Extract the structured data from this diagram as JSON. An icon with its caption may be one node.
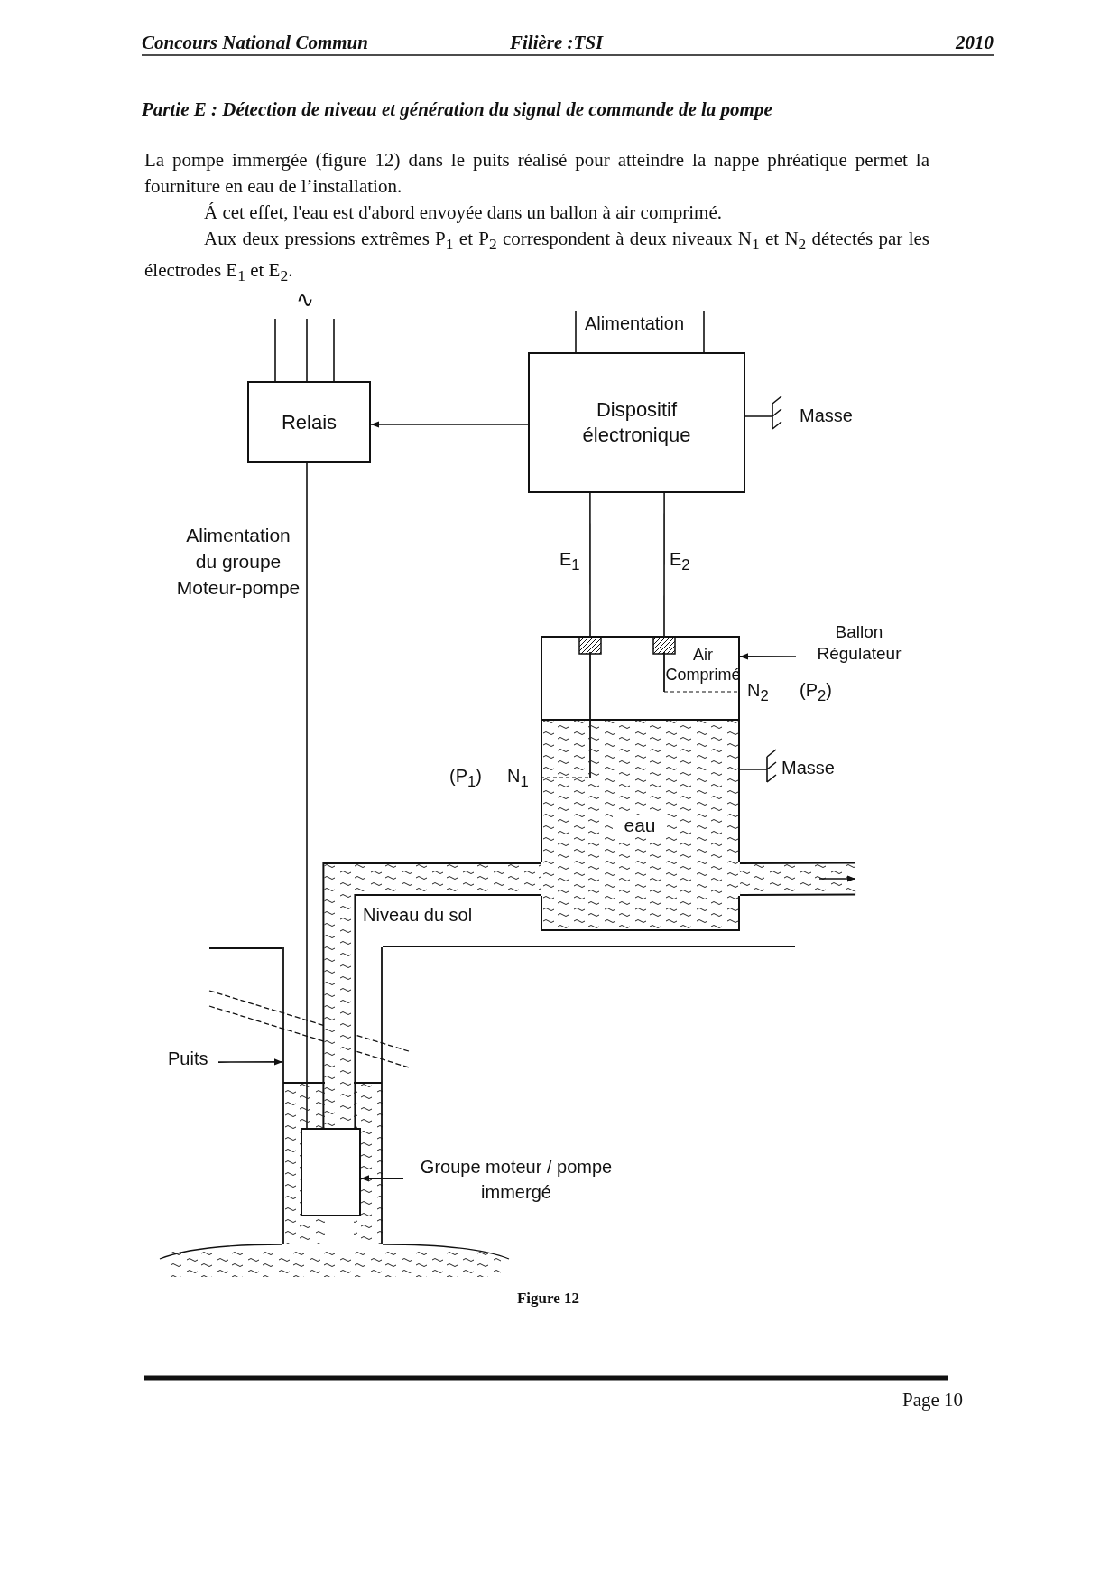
{
  "diagram": {
    "title": "Partie E : Détection de niveau et génération du signal de commande de la pompe",
    "caption": "Figure 12",
    "nodes": [
      {
        "text": [
          "Relais"
        ]
      },
      {
        "text": [
          "Dispositif électronique"
        ]
      },
      {
        "text": [
          "Air Comprimé",
          "eau"
        ]
      },
      {
        "text": [
          "Ballon Régulateur"
        ]
      },
      {
        "text": [
          "Puits"
        ]
      },
      {
        "text": [],
        "shape": "picture"
      },
      {
        "text": [],
        "shape": "box",
        "in": 5
      },
      {
        "text": [
          "Groupe moteur / pompe immergé"
        ]
      }
    ],
    "edges": [
      {
        "from": 1,
        "to": 0,
        "arrow": "to"
      },
      {
        "from": 1,
        "to": 2,
        "arrow": "none",
        "label": "E$_{1}$"
      },
      {
        "from": 1,
        "to": 2,
        "arrow": "none",
        "label": "E$_{2}$"
      },
      {
        "from": 0,
        "to": 6,
        "arrow": "none",
        "label": "Alimentation du groupe Moteur-pompe"
      },
      {
        "from": 3,
        "to": 2,
        "arrow": "to"
      },
      {
        "from": 4,
        "to": 5,
        "arrow": "to"
      },
      {
        "from": 7,
        "to": 6,
        "arrow": "to"
      },
      {
        "from": 6,
        "to": 2,
        "arrow": "none",
        "style": "thick"
      },
      {
        "from": 2,
        "to": null,
        "arrow": "to",
        "style": "thick"
      }
    ],
    "labels": [
      "Concours National Commun",
      "Filière :TSI",
      "2010",
      "La pompe immergée (figure 12) dans le puits réalisé pour atteindre la nappe phréatique permet la fourniture en eau de l’installation.",
      "Á cet effet, l'eau est d'abord envoyée dans un ballon à air comprimé.",
      "Aux deux pressions extrêmes P$_{1}$ et P$_{2}$ correspondent à deux niveaux N$_{1}$ et N$_{2}$ détectés par les électrodes E$_{1}$ et E$_{2}$.",
      "∿",
      "Alimentation",
      "Masse",
      "N$_{2}$",
      "(P$_{2}$)",
      "(P$_{1}$)",
      "N$_{1}$",
      "Masse",
      "Niveau du sol",
      "Page 10"
    ]
  }
}
